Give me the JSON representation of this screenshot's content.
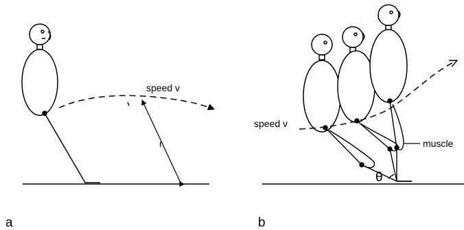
{
  "panel_a": {
    "label": "a",
    "speed_label": "speed v",
    "radius_label": "r"
  },
  "panel_b": {
    "label": "b",
    "speed_label": "speed v",
    "muscle_label": "muscle",
    "angle_label": "θ"
  }
}
